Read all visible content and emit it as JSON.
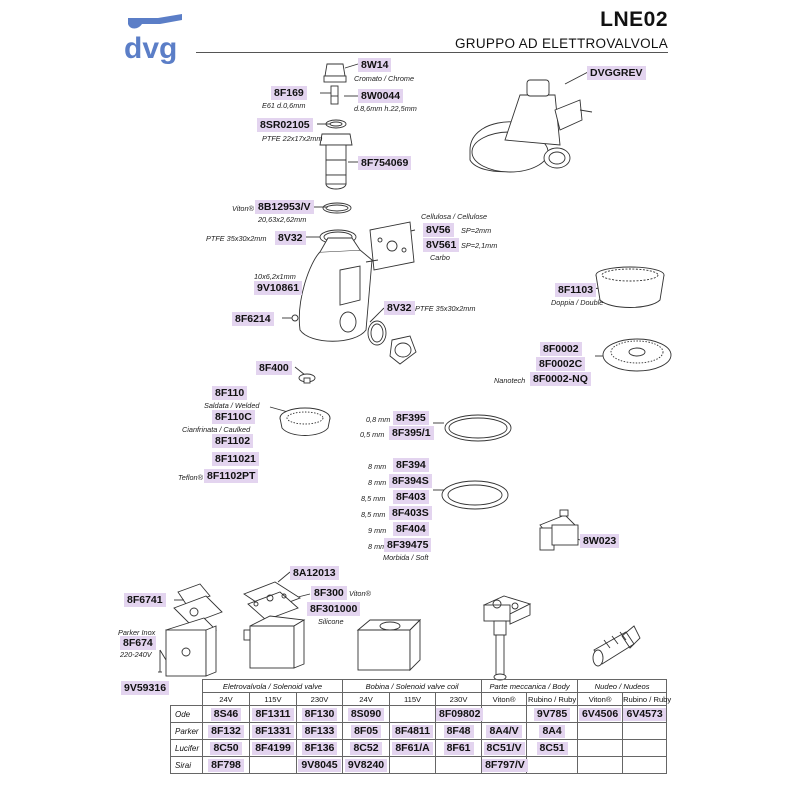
{
  "header": {
    "logo_text": "dvg",
    "code": "LNE02",
    "title": "GRUPPO AD ELETTROVALVOLA"
  },
  "parts": {
    "p8w14": "8W14",
    "p8w14_note": "Cromato / Chrome",
    "p8f169": "8F169",
    "p8f169_note": "E61 d.0,6mm",
    "p8w0044": "8W0044",
    "p8w0044_note": "d.8,6mm h.22,5mm",
    "p8sr02105": "8SR02105",
    "p8sr02105_note": "PTFE 22x17x2mm",
    "p8f754069": "8F754069",
    "dvggrev": "DVGGREV",
    "p8b12953v": "8B12953/V",
    "p8b12953v_note_pre": "Viton®",
    "p8b12953v_note": "20,63x2,62mm",
    "p8v32a": "8V32",
    "p8v32a_note": "PTFE 35x30x2mm",
    "cellulosa_note": "Cellulosa / Cellulose",
    "p8v56": "8V56",
    "p8v56_note": "SP=2mm",
    "p8v561": "8V561",
    "p8v561_note": "SP=2,1mm",
    "carbo_note": "Carbo",
    "p9v10861_note": "10x6,2x1mm",
    "p9v10861": "9V10861",
    "p8f1103": "8F1103",
    "p8f1103_note": "Doppia / Double",
    "p8f6214": "8F6214",
    "p8v32b": "8V32",
    "p8v32b_note": "PTFE 35x30x2mm",
    "p8f0002": "8F0002",
    "p8f0002c": "8F0002C",
    "nanotech_note": "Nanotech",
    "p8f0002nq": "8F0002-NQ",
    "p8f400": "8F400",
    "p8f110": "8F110",
    "p8f110_note": "Saldata / Welded",
    "p8f110c": "8F110C",
    "p8f110c_note": "Cianfrinata / Caulked",
    "p8f1102": "8F1102",
    "p8f11021": "8F11021",
    "teflon_note": "Teflon®",
    "p8f1102pt": "8F1102PT",
    "g1_note": "0,8 mm",
    "p8f395": "8F395",
    "g2_note": "0,5 mm",
    "p8f3951": "8F395/1",
    "g3_note": "8 mm",
    "p8f394": "8F394",
    "g4_note": "8 mm",
    "p8f394s": "8F394S",
    "g5_note": "8,5 mm",
    "p8f403": "8F403",
    "g6_note": "8,5 mm",
    "p8f403s": "8F403S",
    "g7_note": "9 mm",
    "p8f404": "8F404",
    "g8_note": "8 mm",
    "p8f39475": "8F39475",
    "p8f39475_note": "Morbida / Soft",
    "p8w023": "8W023",
    "p8a12013": "8A12013",
    "p8f6741": "8F6741",
    "p8f300": "8F300",
    "p8f300_note": "Viton®",
    "p8f301000": "8F301000",
    "p8f301000_note": "Silicone",
    "parker_inox_note": "Parker Inox",
    "p8f674": "8F674",
    "p8f674_note": "220-240V",
    "p9v59316": "9V59316"
  },
  "table": {
    "groups": [
      "Eletrovalvola / Solenoid valve",
      "Bobina / Solenoid valve coil",
      "Parte meccanica / Body",
      "Nudeo / Nudeos"
    ],
    "subheaders": [
      "24V",
      "115V",
      "230V",
      "24V",
      "115V",
      "230V",
      "Viton®",
      "Rubino / Ruby",
      "Viton®",
      "Rubino / Ruby"
    ],
    "rows": [
      {
        "label": "Ode",
        "cells": [
          "8S46",
          "8F1311",
          "8F130",
          "8S090",
          "",
          "8F09802",
          "",
          "9V785",
          "6V4506",
          "6V4573"
        ]
      },
      {
        "label": "Parker",
        "cells": [
          "8F132",
          "8F1331",
          "8F133",
          "8F05",
          "8F4811",
          "8F48",
          "8A4/V",
          "8A4",
          "",
          ""
        ]
      },
      {
        "label": "Lucifer",
        "cells": [
          "8C50",
          "8F4199",
          "8F136",
          "8C52",
          "8F61/A",
          "8F61",
          "8C51/V",
          "8C51",
          "",
          ""
        ]
      },
      {
        "label": "Sirai",
        "cells": [
          "8F798",
          "",
          "9V8045",
          "9V8240",
          "",
          "",
          "8F797/V",
          "",
          "",
          ""
        ]
      }
    ]
  }
}
